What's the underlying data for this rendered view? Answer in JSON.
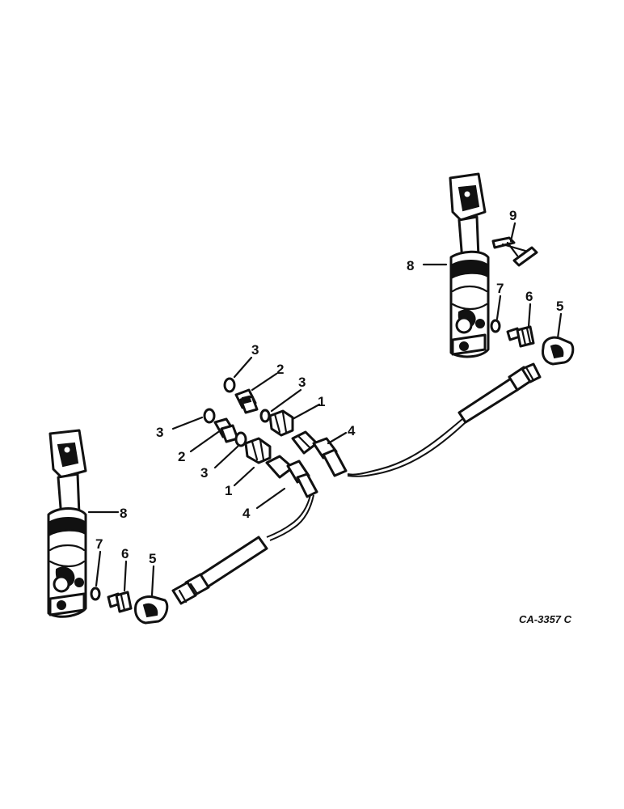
{
  "callouts": {
    "c1a": "1",
    "c1b": "1",
    "c2a": "2",
    "c2b": "2",
    "c3a": "3",
    "c3b": "3",
    "c3c": "3",
    "c3d": "3",
    "c4a": "4",
    "c4b": "4",
    "c5a": "5",
    "c5b": "5",
    "c6a": "6",
    "c6b": "6",
    "c7a": "7",
    "c7b": "7",
    "c8a": "8",
    "c8b": "8",
    "c9": "9"
  },
  "drawing_code": "CA-3357 C"
}
